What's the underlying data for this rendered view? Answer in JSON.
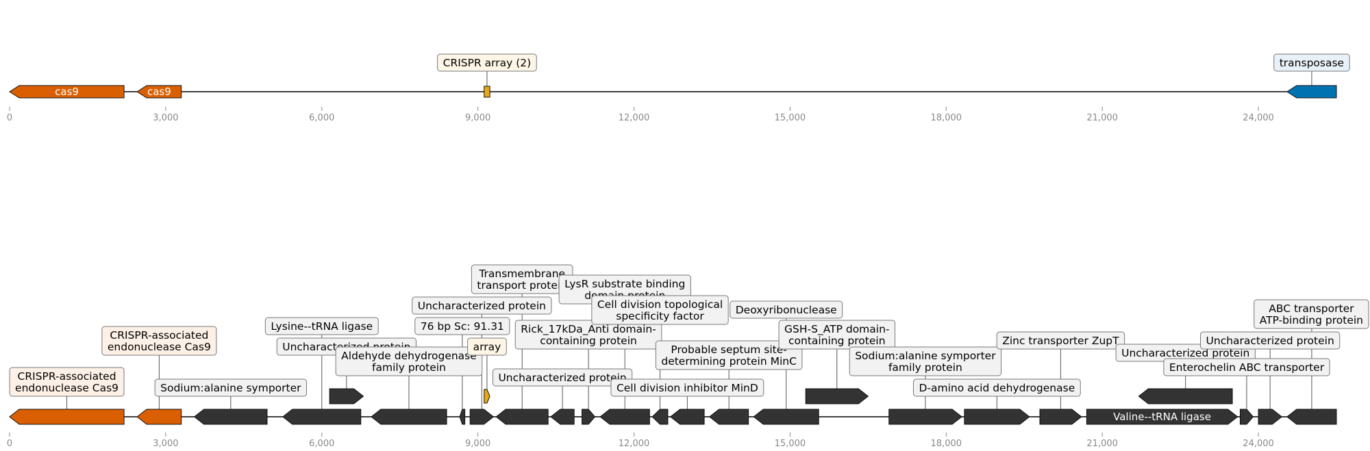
{
  "colors": {
    "cas9": "#d95f02",
    "crispr": "#e6a817",
    "transposase": "#0072b2",
    "other": "#333333",
    "axis": "#888888",
    "label_bg_cas": "#fdf0e6",
    "label_bg_crispr": "#fdf6e6",
    "label_bg_transposase": "#e8f1f8",
    "label_bg_other": "#f2f2f2",
    "label_border": "#777777"
  },
  "axis": {
    "range": [
      0,
      25500
    ],
    "ticks": [
      0,
      3000,
      6000,
      9000,
      12000,
      15000,
      18000,
      21000,
      24000
    ],
    "tick_labels": [
      "0",
      "3,000",
      "6,000",
      "9,000",
      "12,000",
      "15,000",
      "18,000",
      "21,000",
      "24,000"
    ]
  },
  "tracks": [
    {
      "name": "overview",
      "features": [
        {
          "start": 0,
          "end": 2200,
          "strand": -1,
          "kind": "cas9",
          "inner_label": "cas9"
        },
        {
          "start": 2450,
          "end": 3300,
          "strand": -1,
          "kind": "cas9",
          "inner_label": "cas9"
        },
        {
          "start": 9120,
          "end": 9230,
          "strand": 0,
          "kind": "crispr",
          "label": [
            "CRISPR array (2)"
          ],
          "label_level": 0
        },
        {
          "start": 24550,
          "end": 25500,
          "strand": -1,
          "kind": "transposase",
          "label": [
            "transposase"
          ],
          "label_level": 0
        }
      ]
    },
    {
      "name": "detail",
      "features": [
        {
          "start": 0,
          "end": 2200,
          "strand": -1,
          "kind": "cas9",
          "label": [
            "CRISPR-associated",
            "endonuclease Cas9"
          ],
          "label_level": 0
        },
        {
          "start": 2450,
          "end": 3300,
          "strand": -1,
          "kind": "cas9",
          "label": [
            "CRISPR-associated",
            "endonuclease Cas9"
          ],
          "label_level": 2
        },
        {
          "start": 3550,
          "end": 4950,
          "strand": -1,
          "kind": "other",
          "label": [
            "Sodium:alanine symporter"
          ],
          "label_level": 0
        },
        {
          "start": 5250,
          "end": 6750,
          "strand": -1,
          "kind": "other",
          "label": [
            "Lysine--tRNA ligase"
          ],
          "label_level": 3
        },
        {
          "start": 6150,
          "end": 6800,
          "strand": 1,
          "kind": "other",
          "row": 1,
          "label": [
            "Uncharacterized protein"
          ],
          "label_level": 2
        },
        {
          "start": 6950,
          "end": 8400,
          "strand": -1,
          "kind": "other",
          "label": [
            "Aldehyde dehydrogenase",
            "family protein"
          ],
          "label_level": 1
        },
        {
          "start": 8650,
          "end": 8750,
          "strand": -1,
          "kind": "other",
          "label": [
            "76 bp Sc: 91.31"
          ],
          "label_level": 3
        },
        {
          "start": 8850,
          "end": 9300,
          "strand": 1,
          "kind": "other",
          "label": [
            "Uncharacterized protein"
          ],
          "label_level": 4
        },
        {
          "start": 9120,
          "end": 9230,
          "strand": 1,
          "kind": "crispr",
          "row": 1,
          "label": [
            "array"
          ],
          "label_level": 2
        },
        {
          "start": 9350,
          "end": 10350,
          "strand": -1,
          "kind": "other",
          "label": [
            "Transmembrane",
            "transport protein"
          ],
          "label_level": 5
        },
        {
          "start": 10400,
          "end": 10850,
          "strand": -1,
          "kind": "other",
          "label": [
            "Uncharacterized protein"
          ],
          "label_level": 0.5
        },
        {
          "start": 11000,
          "end": 11250,
          "strand": 1,
          "kind": "other",
          "label": [
            "Rick_17kDa_Anti domain-",
            "containing protein"
          ],
          "label_level": 2.3
        },
        {
          "start": 11350,
          "end": 12300,
          "strand": -1,
          "kind": "other",
          "label": [
            "LysR substrate binding",
            "domain protein"
          ],
          "label_level": 4.5
        },
        {
          "start": 12350,
          "end": 12650,
          "strand": -1,
          "kind": "other",
          "label": [
            "Cell division topological",
            "specificity factor"
          ],
          "label_level": 3.5
        },
        {
          "start": 12700,
          "end": 13350,
          "strand": -1,
          "kind": "other",
          "label": [
            "Cell division inhibitor MinD"
          ],
          "label_level": 0
        },
        {
          "start": 13450,
          "end": 14200,
          "strand": -1,
          "kind": "other",
          "label": [
            "Probable septum site-",
            "determining protein MinC"
          ],
          "label_level": 1.3
        },
        {
          "start": 14300,
          "end": 15550,
          "strand": -1,
          "kind": "other",
          "label": [
            "Deoxyribonuclease"
          ],
          "label_level": 3.8
        },
        {
          "start": 15300,
          "end": 16500,
          "strand": 1,
          "kind": "other",
          "row": 1,
          "label": [
            "GSH-S_ATP domain-",
            "containing protein"
          ],
          "label_level": 2.3
        },
        {
          "start": 16900,
          "end": 18300,
          "strand": 1,
          "kind": "other",
          "label": [
            "Sodium:alanine symporter",
            "family protein"
          ],
          "label_level": 1
        },
        {
          "start": 18350,
          "end": 19600,
          "strand": 1,
          "kind": "other",
          "label": [
            "D-amino acid dehydrogenase"
          ],
          "label_level": 0
        },
        {
          "start": 19800,
          "end": 20600,
          "strand": 1,
          "kind": "other",
          "label": [
            "Zinc transporter ZupT"
          ],
          "label_level": 2.3
        },
        {
          "start": 20700,
          "end": 23600,
          "strand": 1,
          "kind": "other",
          "inner_label": "Valine--tRNA ligase"
        },
        {
          "start": 21700,
          "end": 23500,
          "strand": -1,
          "kind": "other",
          "row": 1,
          "label": [
            "Uncharacterized protein"
          ],
          "label_level": 1.7
        },
        {
          "start": 23650,
          "end": 23900,
          "strand": 1,
          "kind": "other",
          "label": [
            "Enterochelin ABC transporter"
          ],
          "label_level": 1
        },
        {
          "start": 24000,
          "end": 24450,
          "strand": 1,
          "kind": "other",
          "label": [
            "Uncharacterized protein"
          ],
          "label_level": 2.3
        },
        {
          "start": 24550,
          "end": 25500,
          "strand": -1,
          "kind": "other",
          "label": [
            "ABC transporter",
            "ATP-binding protein"
          ],
          "label_level": 3.3
        }
      ]
    }
  ]
}
